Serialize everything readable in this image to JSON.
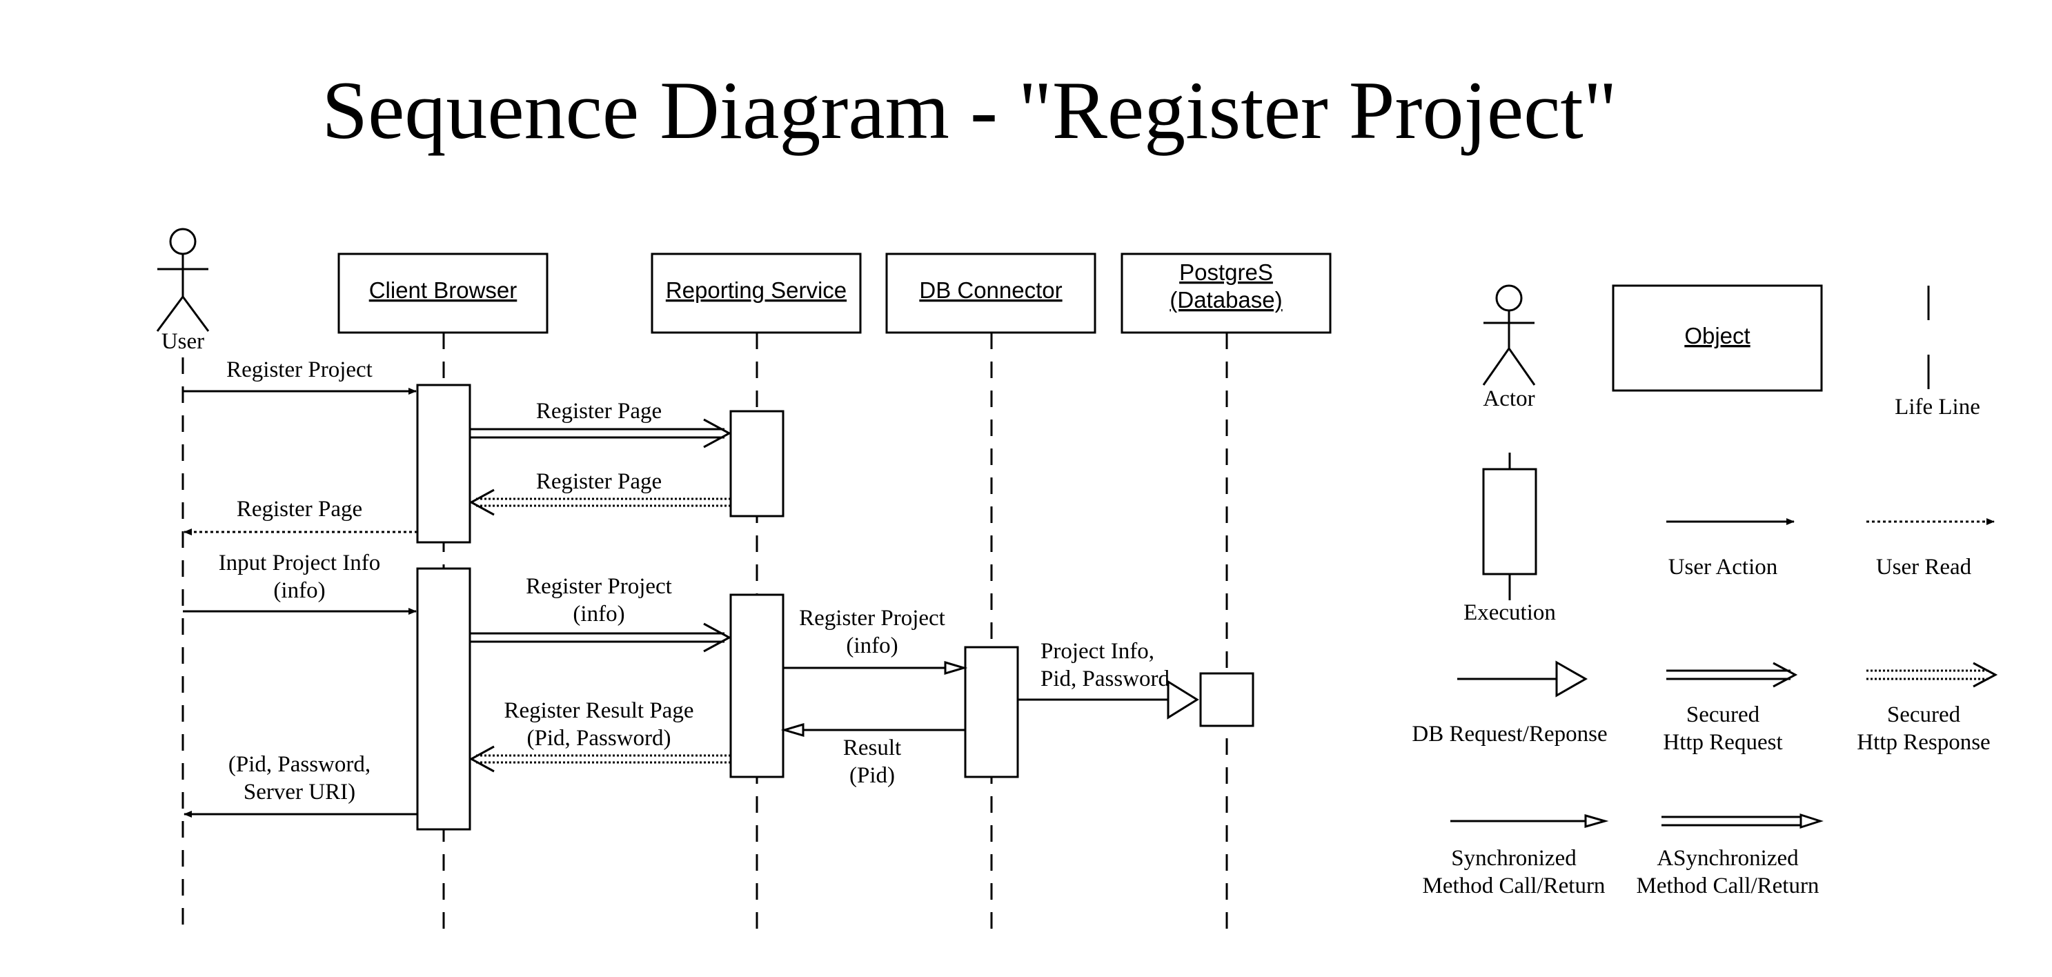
{
  "title": "Sequence Diagram - \"Register Project\"",
  "participants": {
    "user": "User",
    "client_browser": "Client Browser",
    "reporting_service": "Reporting Service",
    "db_connector": "DB Connector",
    "postgres_line1": "PostgreS",
    "postgres_line2": "(Database)"
  },
  "messages": {
    "m1": "Register Project",
    "m2": "Register Page",
    "m3": "Register Page",
    "m4": "Register Page",
    "m5_line1": "Input Project Info",
    "m5_line2": "(info)",
    "m6_line1": "Register Project",
    "m6_line2": "(info)",
    "m7_line1": "Register Project",
    "m7_line2": "(info)",
    "m8_line1": "Project Info,",
    "m8_line2": "Pid, Password",
    "m9_line1": "Result",
    "m9_line2": "(Pid)",
    "m10_line1": "Register Result Page",
    "m10_line2": "(Pid, Password)",
    "m11_line1": "(Pid, Password,",
    "m11_line2": "Server URI)"
  },
  "legend": {
    "actor": "Actor",
    "object": "Object",
    "life_line": "Life Line",
    "execution": "Execution",
    "user_action": "User Action",
    "user_read": "User Read",
    "db_request": "DB Request/Reponse",
    "secured_request_line1": "Secured",
    "secured_request_line2": "Http Request",
    "secured_response_line1": "Secured",
    "secured_response_line2": "Http Response",
    "sync_line1": "Synchronized",
    "sync_line2": "Method Call/Return",
    "async_line1": "ASynchronized",
    "async_line2": "Method Call/Return"
  }
}
